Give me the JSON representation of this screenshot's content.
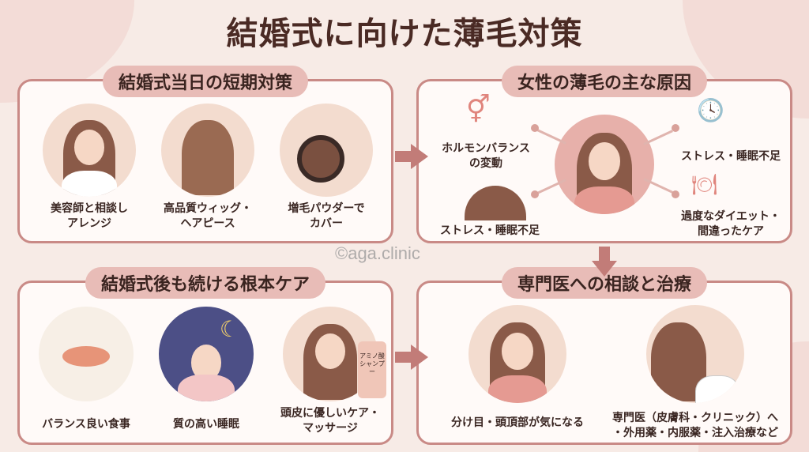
{
  "title": "結婚式に向けた薄毛対策",
  "watermark": "©aga.clinic",
  "panels": {
    "short_term": {
      "heading": "結婚式当日の短期対策",
      "items": [
        {
          "label1": "美容師と相談し",
          "label2": "アレンジ",
          "icon": "bride-hairdresser"
        },
        {
          "label1": "高品質ウィッグ・",
          "label2": "ヘアピース",
          "icon": "wig"
        },
        {
          "label1": "増毛パウダーで",
          "label2": "カバー",
          "icon": "powder-compact"
        }
      ]
    },
    "causes": {
      "heading": "女性の薄毛の主な原因",
      "items": [
        {
          "label1": "ホルモンバランス",
          "label2": "の変動",
          "icon": "gender-symbol"
        },
        {
          "label1": "ストレス・睡眠不足",
          "icon": "scalp"
        },
        {
          "label1": "ストレス・睡眠不足",
          "icon": "stressed-worker"
        },
        {
          "label1": "過度なダイエット・",
          "label2": "間違ったケア",
          "icon": "diet-shampoo"
        }
      ]
    },
    "long_term": {
      "heading": "結婚式後も続ける根本ケア",
      "items": [
        {
          "label1": "バランス良い食事",
          "icon": "meal"
        },
        {
          "label1": "質の高い睡眠",
          "icon": "sleep-moon"
        },
        {
          "label1": "頭皮に優しいケア・",
          "label2": "マッサージ",
          "icon": "scalp-massage",
          "bottle_text": "アミノ酸シャンプー"
        }
      ]
    },
    "treatment": {
      "heading": "専門医への相談と治療",
      "items": [
        {
          "label1": "分け目・頭頂部が気になる",
          "icon": "magnifier"
        },
        {
          "label1": "専門医（皮膚科・クリニック）へ",
          "label2": "・外用薬・内服薬・注入治療など",
          "icon": "doctor"
        }
      ]
    }
  },
  "colors": {
    "accent": "#c98a86",
    "pill": "#e8bcb7",
    "background": "#f7ebe6"
  }
}
